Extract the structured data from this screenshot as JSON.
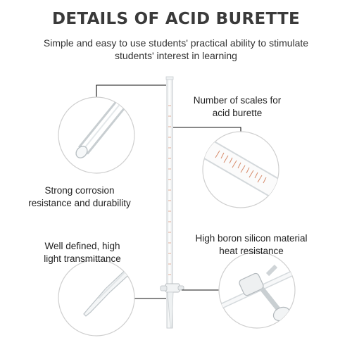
{
  "header": {
    "title": "DETAILS OF ACID BURETTE",
    "subtitle": "Simple and easy to use students' practical ability to stimulate students' interest in learning"
  },
  "features": {
    "scales": "Number of scales for acid burette",
    "corrosion": "Strong corrosion resistance and durability",
    "light": "Well defined, high light transmittance",
    "boron": "High boron silicon material heat resistance"
  },
  "colors": {
    "text": "#222222",
    "leader_line": "#111111",
    "circle_border": "#cfcfcf",
    "scale_marks": "#d68a6a"
  }
}
